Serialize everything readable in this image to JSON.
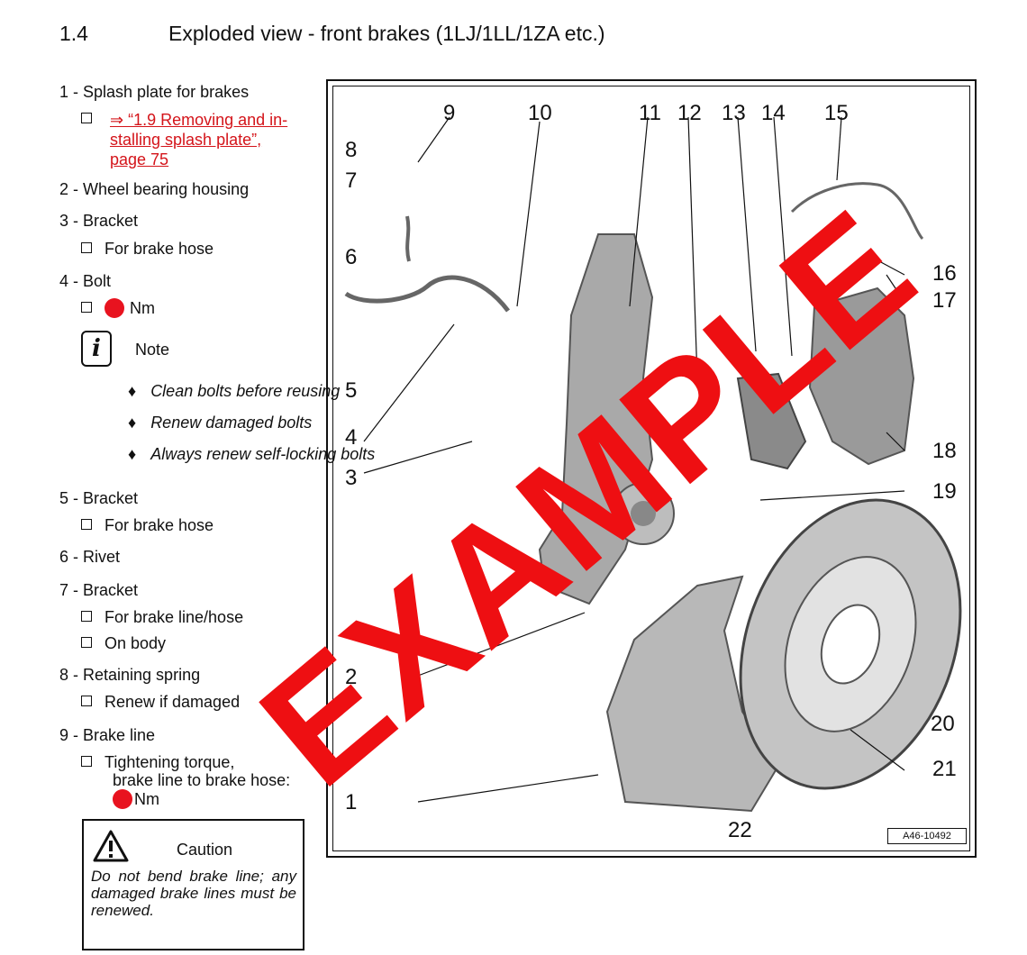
{
  "header": {
    "section_number": "1.4",
    "title": "Exploded view - front brakes (1LJ/1LL/1ZA etc.)"
  },
  "items": [
    {
      "label": "1 - Splash plate for brakes"
    },
    {
      "label": "2 - Wheel bearing housing"
    },
    {
      "label": "3 - Bracket",
      "sub": "For brake hose"
    },
    {
      "label": "4 - Bolt",
      "sub": "Nm"
    },
    {
      "label": "5 - Bracket",
      "sub": "For brake hose"
    },
    {
      "label": "6 - Rivet"
    },
    {
      "label": "7 - Bracket",
      "sub": "For brake line/hose",
      "sub2": "On body"
    },
    {
      "label": "8 - Retaining spring",
      "sub": "Renew if damaged"
    },
    {
      "label": "9 - Brake line",
      "sub": "Tightening torque,",
      "sub_b": "brake line to brake hose:",
      "sub_c": "Nm"
    }
  ],
  "link": {
    "line1": "⇒ “1.9 Removing and in-",
    "line2": "stalling splash plate”,",
    "line3": "page 75"
  },
  "note": {
    "label": "Note",
    "bullets": [
      "Clean bolts before reusing",
      "Renew damaged bolts",
      "Always renew self-locking bolts"
    ]
  },
  "caution": {
    "label": "Caution",
    "text": "Do not bend brake line; any damaged brake lines must be renewed."
  },
  "figure": {
    "code": "A46-10492",
    "callouts": [
      "1",
      "2",
      "3",
      "4",
      "5",
      "6",
      "7",
      "8",
      "9",
      "10",
      "11",
      "12",
      "13",
      "14",
      "15",
      "16",
      "17",
      "18",
      "19",
      "20",
      "21",
      "22"
    ]
  },
  "watermark": "EXAMPLE",
  "colors": {
    "torque_dot": "#e8131f",
    "link": "#d4141a",
    "watermark": "#ee0f12"
  }
}
